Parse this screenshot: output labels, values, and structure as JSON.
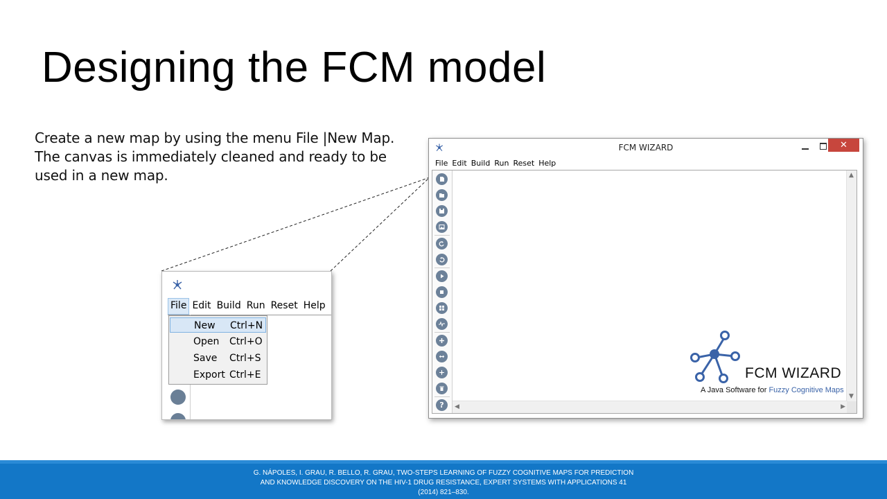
{
  "slide": {
    "title": "Designing the FCM model",
    "body": "Create a new map by using the menu File |New Map. The canvas is immediately cleaned and ready to be used in a new map.",
    "citation": "G. NÁPOLES, I. GRAU, R. BELLO, R. GRAU, TWO-STEPS LEARNING OF FUZZY COGNITIVE MAPS FOR PREDICTION AND KNOWLEDGE DISCOVERY ON THE HIV-1 DRUG RESISTANCE, EXPERT SYSTEMS WITH APPLICATIONS 41 (2014) 821–830."
  },
  "zoom": {
    "menubar": [
      "File",
      "Edit",
      "Build",
      "Run",
      "Reset",
      "Help"
    ],
    "active_menu": "File",
    "dropdown": [
      {
        "name": "New",
        "shortcut": "Ctrl+N",
        "highlighted": true
      },
      {
        "name": "Open",
        "shortcut": "Ctrl+O",
        "highlighted": false
      },
      {
        "name": "Save",
        "shortcut": "Ctrl+S",
        "highlighted": false
      },
      {
        "name": "Export",
        "shortcut": "Ctrl+E",
        "highlighted": false
      }
    ]
  },
  "window": {
    "title": "FCM WIZARD",
    "close_glyph": "✕",
    "menubar": [
      "File",
      "Edit",
      "Build",
      "Run",
      "Reset",
      "Help"
    ],
    "toolbar_icons": [
      "new-file-icon",
      "open-folder-icon",
      "save-icon",
      "export-image-icon",
      "undo-icon",
      "redo-icon",
      "run-icon",
      "stop-icon",
      "grid-icon",
      "signal-icon",
      "add-concept-icon",
      "add-relation-icon",
      "move-icon",
      "delete-icon",
      "help-icon"
    ],
    "logo": {
      "title": "FCM WIZARD",
      "subtitle_prefix": "A Java Software for ",
      "subtitle_highlight": "Fuzzy Cognitive Maps"
    }
  },
  "colors": {
    "footer_blue": "#1377c7",
    "icon_blue": "#6c8199",
    "logo_blue": "#3a63a8",
    "close_red": "#c7463d"
  }
}
